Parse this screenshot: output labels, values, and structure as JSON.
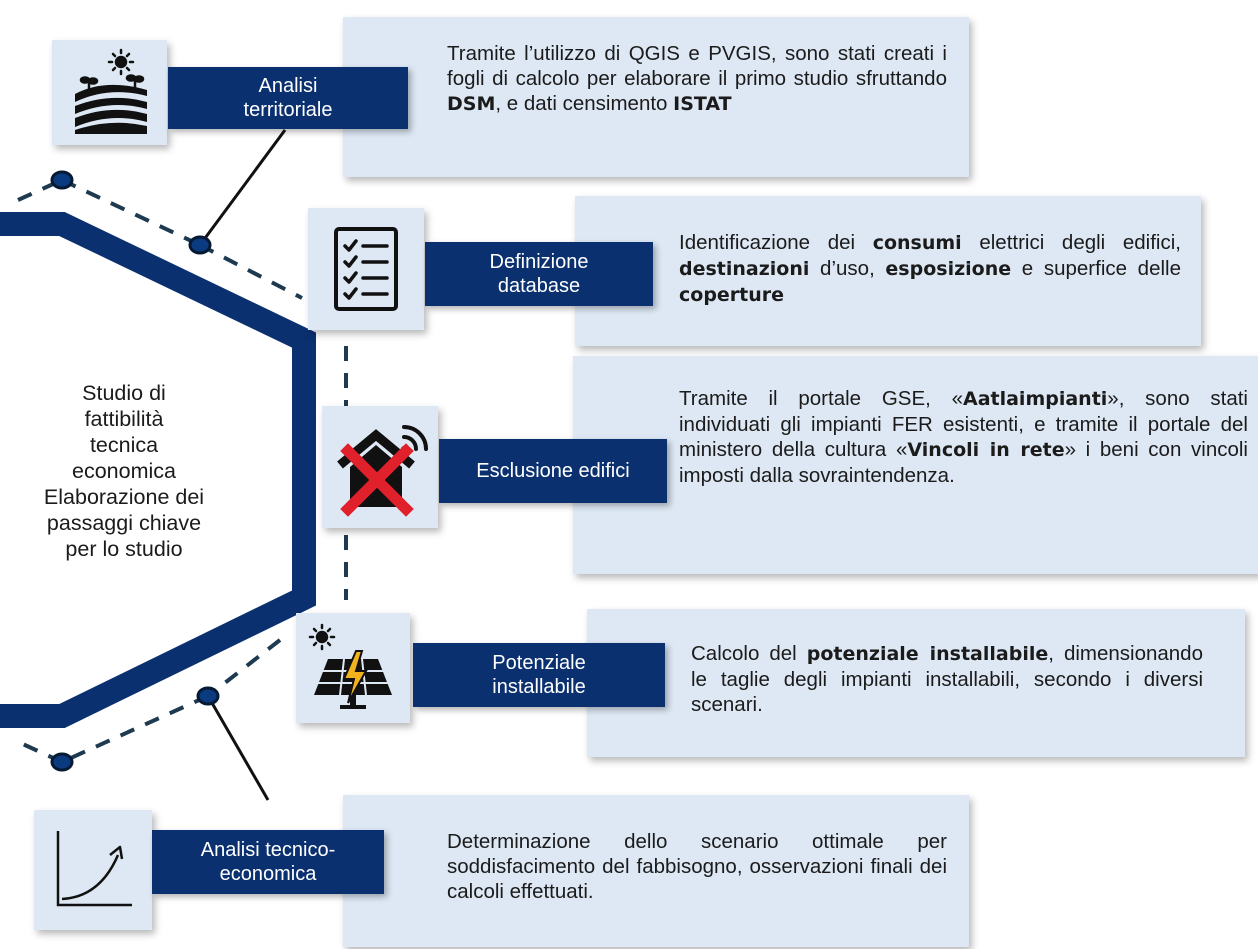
{
  "center_title": {
    "lines": [
      "Studio di",
      "fattibilità",
      "tecnica",
      "economica",
      "Elaborazione dei",
      "passaggi chiave",
      "per lo studio"
    ]
  },
  "steps": [
    {
      "label_lines": [
        "Analisi",
        "territoriale"
      ],
      "icon": "landscape-sun-icon",
      "text_parts": [
        "Tramite l’utilizzo di QGIS e PVGIS, sono stati creati i fogli di calcolo per elaborare il primo studio sfruttando ",
        "DSM",
        ", e dati censimento ",
        "ISTAT"
      ]
    },
    {
      "label_lines": [
        "Definizione",
        "database"
      ],
      "icon": "checklist-icon",
      "text_parts": [
        "Identificazione dei ",
        "consumi",
        " elettrici degli edifici, ",
        "destinazioni",
        " d’uso, ",
        "esposizione",
        " e superfice delle ",
        "coperture"
      ]
    },
    {
      "label_lines": [
        "Esclusione edifici"
      ],
      "icon": "excluded-house-icon",
      "text_parts": [
        "Tramite il portale GSE, «",
        "Aatlaimpianti",
        "», sono stati individuati gli impianti FER esistenti, e tramite il portale del ministero della cultura «",
        "Vincoli in rete",
        "» i beni con vincoli imposti dalla sovraintendenza."
      ]
    },
    {
      "label_lines": [
        "Potenziale",
        "installabile"
      ],
      "icon": "solar-panel-icon",
      "text_parts": [
        "Calcolo del ",
        "potenziale installabile",
        ", dimensionando le taglie degli impianti installabili, secondo i diversi scenari."
      ]
    },
    {
      "label_lines": [
        "Analisi tecnico-",
        "economica"
      ],
      "icon": "growth-curve-icon",
      "text_parts": [
        "Determinazione dello scenario ottimale per soddisfacimento del fabbisogno, osservazioni finali dei calcoli effettuati."
      ]
    }
  ],
  "colors": {
    "navy": "#0b3070",
    "box_fill": "#dde8f4",
    "dashed_line": "#1e3a50",
    "node_fill": "#0a3a80",
    "cross_red": "#e0202a",
    "bolt_yellow": "#f2b21e"
  }
}
